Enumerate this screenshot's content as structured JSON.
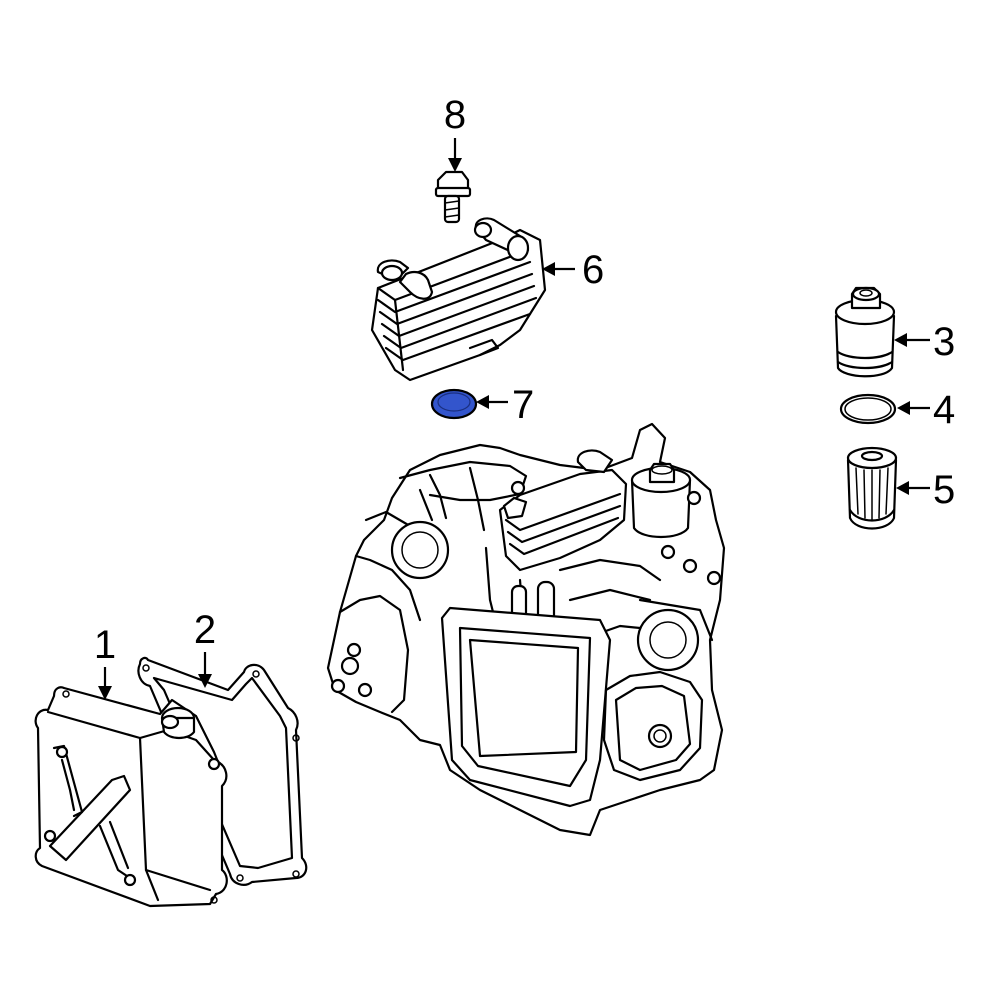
{
  "callouts": [
    {
      "id": "1",
      "label": "1"
    },
    {
      "id": "2",
      "label": "2"
    },
    {
      "id": "3",
      "label": "3"
    },
    {
      "id": "4",
      "label": "4"
    },
    {
      "id": "5",
      "label": "5"
    },
    {
      "id": "6",
      "label": "6"
    },
    {
      "id": "7",
      "label": "7"
    },
    {
      "id": "8",
      "label": "8"
    }
  ],
  "highlight": {
    "part": "7",
    "color": "#3355cc"
  }
}
